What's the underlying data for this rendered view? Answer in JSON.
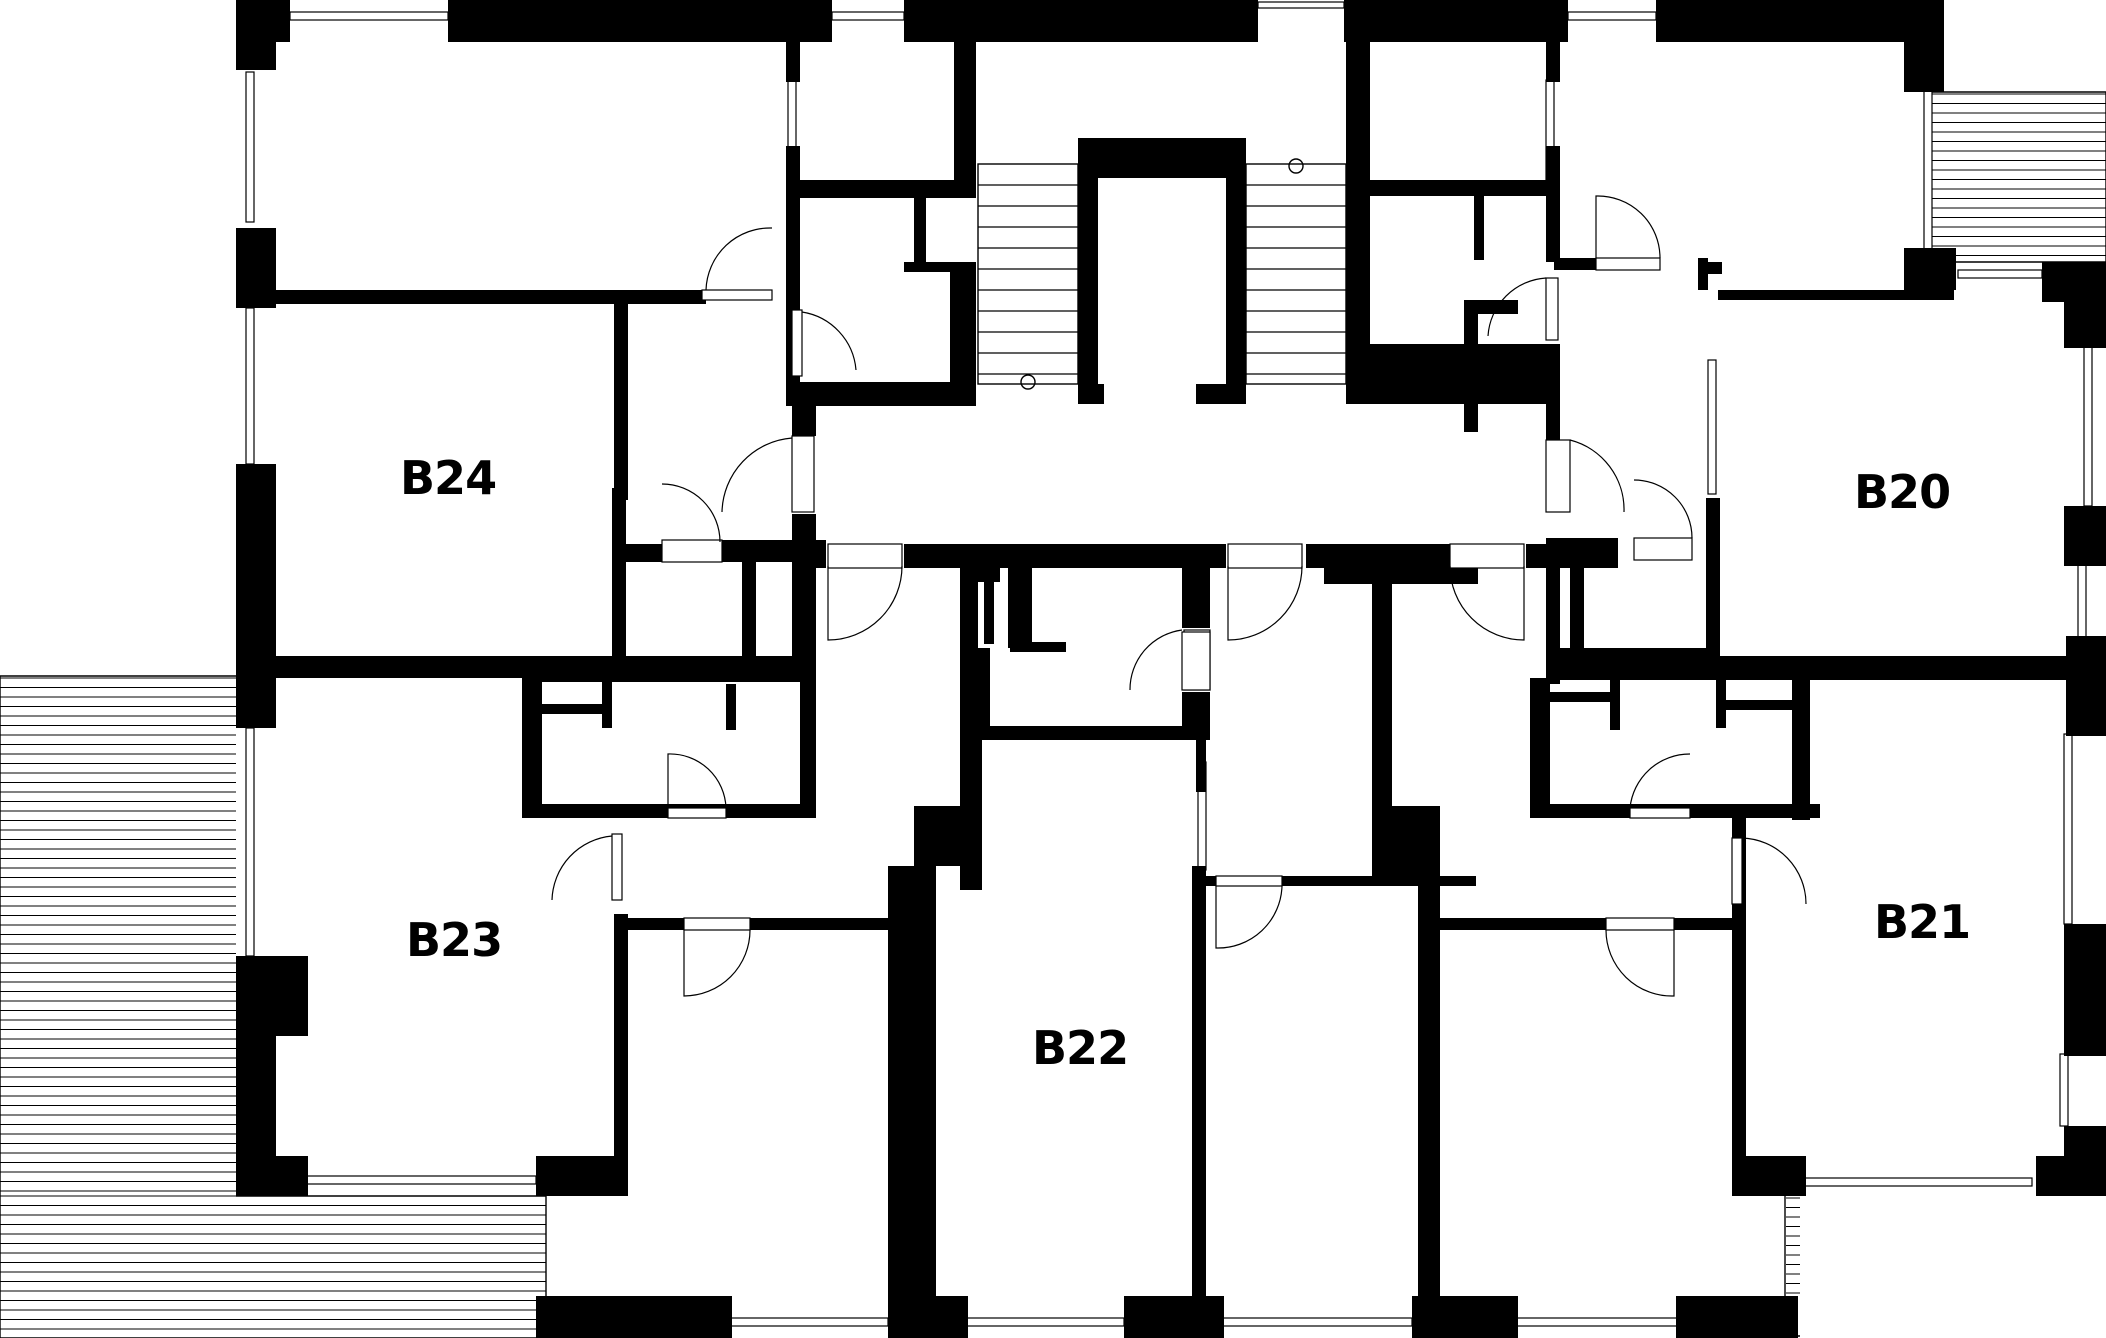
{
  "rooms": [
    {
      "id": "b24",
      "label": "B24"
    },
    {
      "id": "b20",
      "label": "B20"
    },
    {
      "id": "b23",
      "label": "B23"
    },
    {
      "id": "b21",
      "label": "B21"
    },
    {
      "id": "b22",
      "label": "B22"
    }
  ]
}
